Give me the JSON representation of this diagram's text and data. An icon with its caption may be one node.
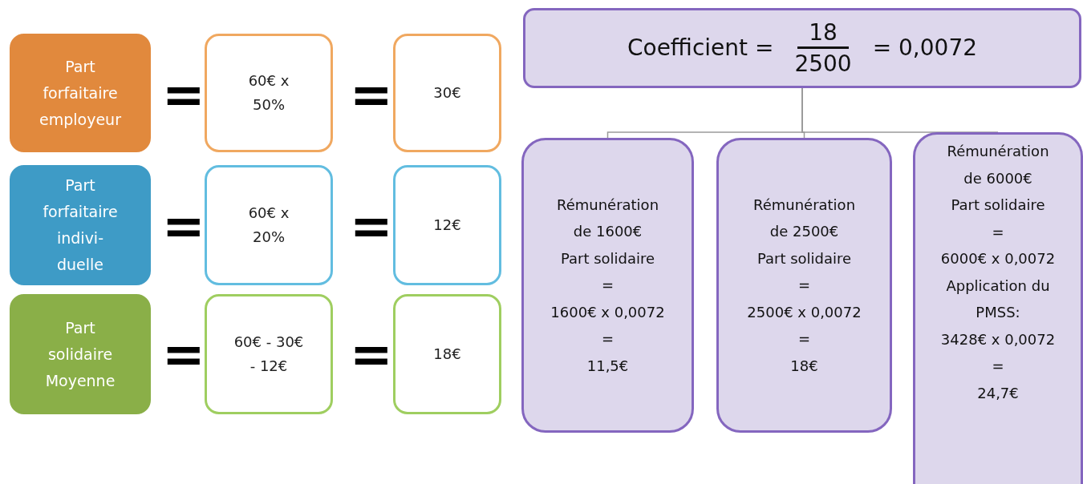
{
  "diagram": {
    "nodes": [
      {
        "text": [
          "Part forfaitaire employeur"
        ]
      },
      {
        "text": [
          "60€ x 50%"
        ]
      },
      {
        "text": [
          "30€"
        ]
      },
      {
        "text": [
          "Part forfaitaire indivi-duelle"
        ]
      },
      {
        "text": [
          "60€ x 20%"
        ]
      },
      {
        "text": [
          "12€"
        ]
      },
      {
        "text": [
          "Part solidaire Moyenne"
        ]
      },
      {
        "text": [
          "60€ - 30€ - 12€"
        ]
      },
      {
        "text": [
          "18€"
        ]
      },
      {
        "text": [
          "Coefficient =",
          "18",
          "2500",
          "= 0,0072"
        ]
      },
      {
        "text": [
          "Rémunération de 1600€",
          "Part solidaire",
          "=",
          "1600€ x 0,0072",
          "=",
          "11,5€"
        ]
      },
      {
        "text": [
          "Rémunération de 2500€",
          "Part solidaire",
          "=",
          "2500€ x 0,0072",
          "=",
          "18€"
        ]
      },
      {
        "text": [
          "Rémunération de 6000€",
          "Part solidaire",
          "=",
          "6000€ x 0,0072",
          "Application du PMSS:",
          "3428€ x 0,0072",
          "=",
          "24,7€"
        ]
      }
    ],
    "edges": [
      {
        "from": 9,
        "to": 10,
        "arrow": "none"
      },
      {
        "from": 9,
        "to": 11,
        "arrow": "none"
      },
      {
        "from": 9,
        "to": 12,
        "arrow": "none"
      }
    ],
    "labels": [
      "=",
      "=",
      "=",
      "=",
      "=",
      "="
    ]
  }
}
